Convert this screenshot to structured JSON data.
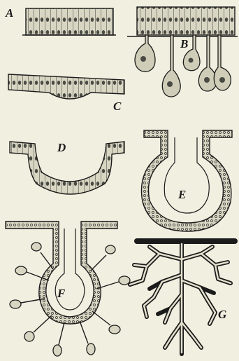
{
  "panels": [
    {
      "id": "A",
      "label": "A"
    },
    {
      "id": "B",
      "label": "B"
    },
    {
      "id": "C",
      "label": "C"
    },
    {
      "id": "D",
      "label": "D"
    },
    {
      "id": "E",
      "label": "E"
    },
    {
      "id": "F",
      "label": "F"
    },
    {
      "id": "G",
      "label": "G"
    }
  ],
  "colors": {
    "paper": "#f1efe0",
    "ink": "#1b1b1b",
    "cell_fill": "#d8d6c2",
    "nucleus": "#4a4a44"
  }
}
